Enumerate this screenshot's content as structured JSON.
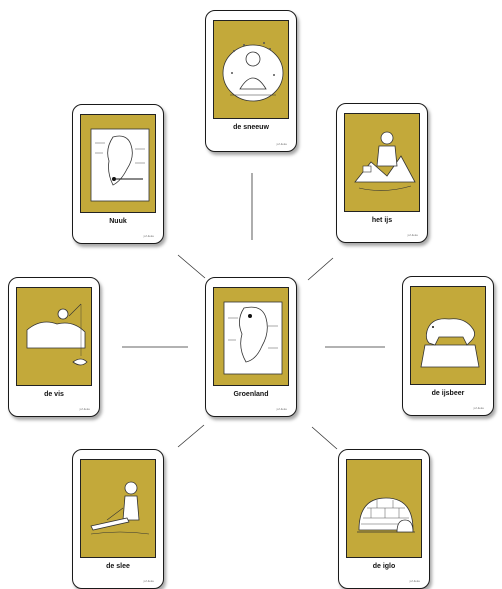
{
  "center": {
    "label": "Groenland",
    "icon": "greenland-map-icon"
  },
  "cards": [
    {
      "id": "sneeuw",
      "label": "de sneeuw",
      "icon": "snow-scene-icon"
    },
    {
      "id": "nuuk",
      "label": "Nuuk",
      "icon": "map-nuuk-icon"
    },
    {
      "id": "ijs",
      "label": "het ijs",
      "icon": "ice-explorer-icon"
    },
    {
      "id": "vis",
      "label": "de vis",
      "icon": "ice-fishing-icon"
    },
    {
      "id": "ijsbeer",
      "label": "de ijsbeer",
      "icon": "polar-bear-icon"
    },
    {
      "id": "slee",
      "label": "de slee",
      "icon": "sled-child-icon"
    },
    {
      "id": "iglo",
      "label": "de iglo",
      "icon": "igloo-icon"
    }
  ],
  "colors": {
    "panel": "#c3a93a",
    "border": "#1a1a1a"
  },
  "footer_tag": "juf-lieke"
}
